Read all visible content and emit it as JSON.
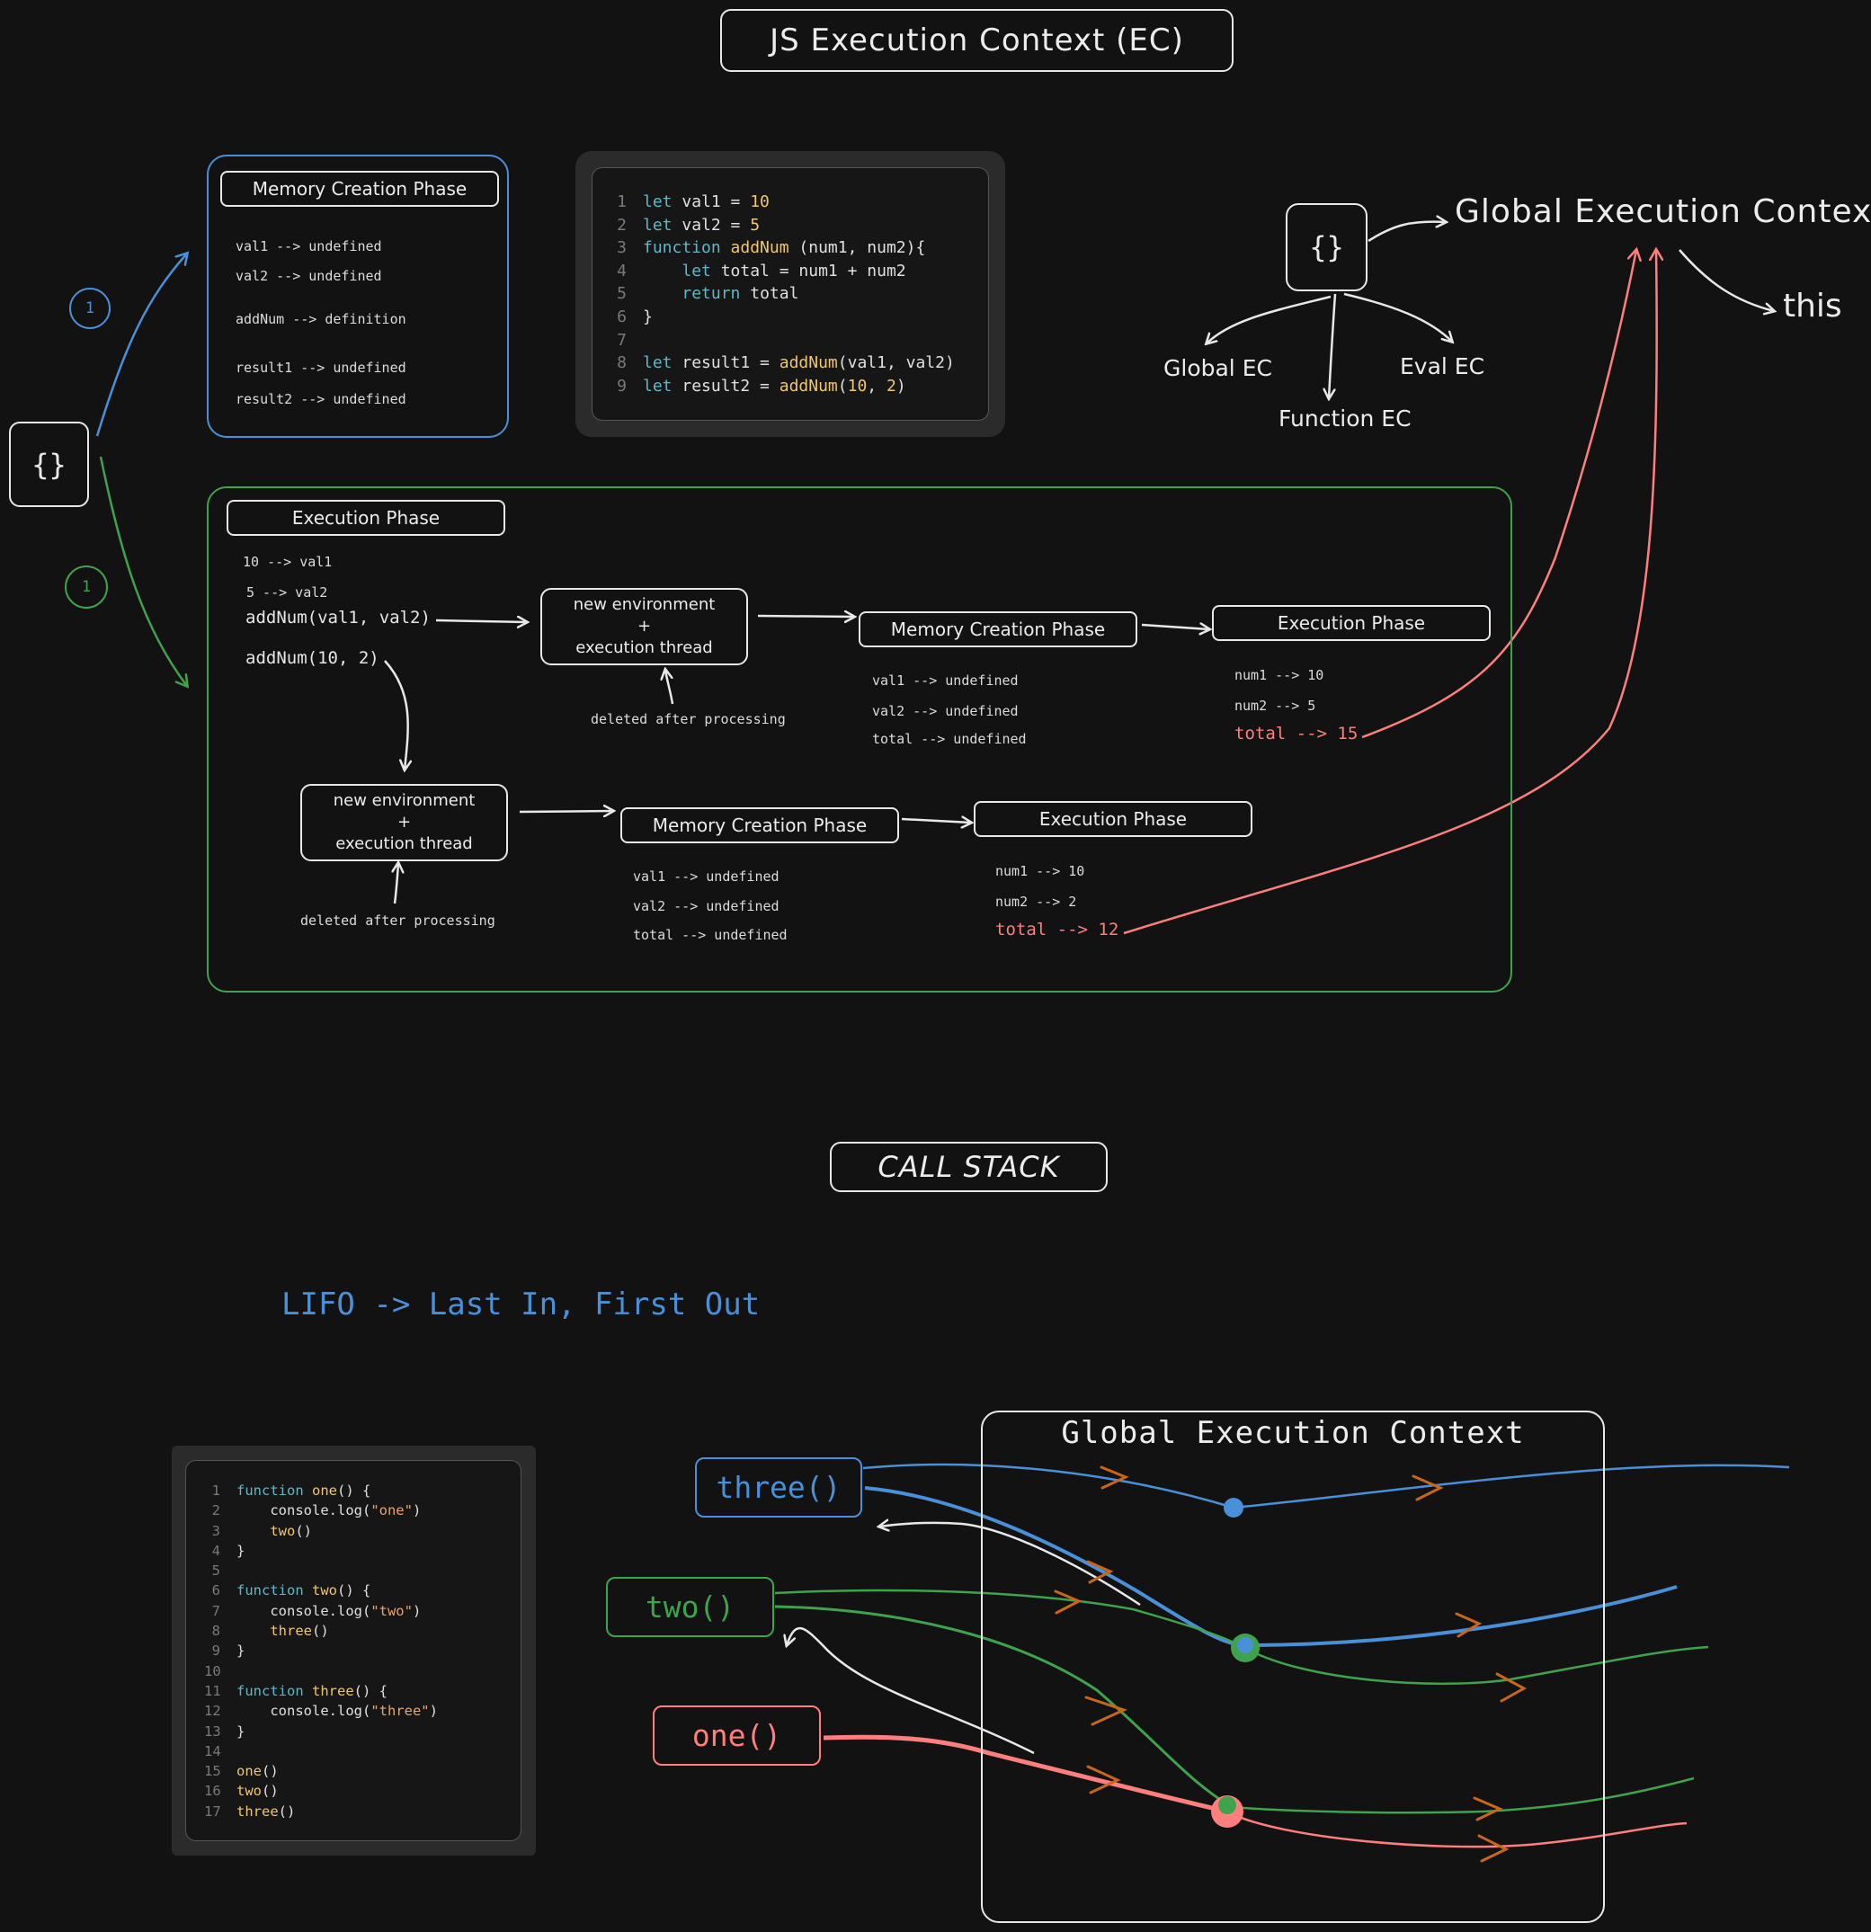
{
  "title": "JS Execution Context (EC)",
  "braces": "{}",
  "memory_phase": {
    "title": "Memory Creation Phase",
    "lines": [
      "val1 --> undefined",
      "val2 --> undefined",
      "addNum --> definition",
      "result1 --> undefined",
      "result2 --> undefined"
    ]
  },
  "step_badge": "1",
  "code1": {
    "numbers": [
      "1",
      "2",
      "3",
      "4",
      "5",
      "6",
      "7",
      "8",
      "9"
    ],
    "lines": [
      [
        [
          "kw",
          "let"
        ],
        [
          "plain",
          " val1 = "
        ],
        [
          "num",
          "10"
        ]
      ],
      [
        [
          "kw",
          "let"
        ],
        [
          "plain",
          " val2 = "
        ],
        [
          "num",
          "5"
        ]
      ],
      [
        [
          "kw",
          "function"
        ],
        [
          "plain",
          " "
        ],
        [
          "fn",
          "addNum"
        ],
        [
          "plain",
          " (num1, num2){"
        ]
      ],
      [
        [
          "plain",
          "    "
        ],
        [
          "kw",
          "let"
        ],
        [
          "plain",
          " total = num1 + num2"
        ]
      ],
      [
        [
          "plain",
          "    "
        ],
        [
          "kw",
          "return"
        ],
        [
          "plain",
          " total"
        ]
      ],
      [
        [
          "plain",
          "}"
        ]
      ],
      [
        [
          "plain",
          ""
        ]
      ],
      [
        [
          "kw",
          "let"
        ],
        [
          "plain",
          " result1 = "
        ],
        [
          "fn",
          "addNum"
        ],
        [
          "plain",
          "(val1, val2)"
        ]
      ],
      [
        [
          "kw",
          "let"
        ],
        [
          "plain",
          " result2 = "
        ],
        [
          "fn",
          "addNum"
        ],
        [
          "plain",
          "("
        ],
        [
          "num",
          "10"
        ],
        [
          "plain",
          ", "
        ],
        [
          "num",
          "2"
        ],
        [
          "plain",
          ")"
        ]
      ]
    ]
  },
  "gec_diagram": {
    "braces": "{}",
    "main": "Global Execution Context",
    "this": "this",
    "children": [
      "Global EC",
      "Function EC",
      "Eval EC"
    ]
  },
  "exec_phase": {
    "title": "Execution Phase",
    "lines": [
      "10 --> val1",
      "5 --> val2"
    ],
    "call1": "addNum(val1, val2)",
    "call2": "addNum(10, 2)"
  },
  "env": {
    "line1": "new environment",
    "plus": "+",
    "line2": "execution thread",
    "note": "deleted after processing"
  },
  "call1_memory": {
    "title": "Memory Creation Phase",
    "lines": [
      "val1 --> undefined",
      "val2 --> undefined",
      "total --> undefined"
    ]
  },
  "call1_exec": {
    "title": "Execution Phase",
    "lines": [
      "num1 --> 10",
      "num2 --> 5"
    ],
    "result": "total --> 15"
  },
  "call2_memory": {
    "title": "Memory Creation Phase",
    "lines": [
      "val1 --> undefined",
      "val2 --> undefined",
      "total --> undefined"
    ]
  },
  "call2_exec": {
    "title": "Execution Phase",
    "lines": [
      "num1 --> 10",
      "num2 --> 2"
    ],
    "result": "total --> 12"
  },
  "call_stack": {
    "title": "CALL STACK",
    "lifo": "LIFO -> Last In, First Out",
    "gec_label": "Global Execution Context",
    "fn_three": "three()",
    "fn_two": "two()",
    "fn_one": "one()"
  },
  "code2": {
    "numbers": [
      "1",
      "2",
      "3",
      "4",
      "5",
      "6",
      "7",
      "8",
      "9",
      "10",
      "11",
      "12",
      "13",
      "14",
      "15",
      "16",
      "17"
    ],
    "lines": [
      [
        [
          "kw",
          "function"
        ],
        [
          "plain",
          " "
        ],
        [
          "fn",
          "one"
        ],
        [
          "plain",
          "() {"
        ]
      ],
      [
        [
          "plain",
          "    console.log("
        ],
        [
          "str",
          "\"one\""
        ],
        [
          "plain",
          ")"
        ]
      ],
      [
        [
          "plain",
          "    "
        ],
        [
          "fn",
          "two"
        ],
        [
          "plain",
          "()"
        ]
      ],
      [
        [
          "plain",
          "}"
        ]
      ],
      [
        [
          "plain",
          ""
        ]
      ],
      [
        [
          "kw",
          "function"
        ],
        [
          "plain",
          " "
        ],
        [
          "fn",
          "two"
        ],
        [
          "plain",
          "() {"
        ]
      ],
      [
        [
          "plain",
          "    console.log("
        ],
        [
          "str",
          "\"two\""
        ],
        [
          "plain",
          ")"
        ]
      ],
      [
        [
          "plain",
          "    "
        ],
        [
          "fn",
          "three"
        ],
        [
          "plain",
          "()"
        ]
      ],
      [
        [
          "plain",
          "}"
        ]
      ],
      [
        [
          "plain",
          ""
        ]
      ],
      [
        [
          "kw",
          "function"
        ],
        [
          "plain",
          " "
        ],
        [
          "fn",
          "three"
        ],
        [
          "plain",
          "() {"
        ]
      ],
      [
        [
          "plain",
          "    console.log("
        ],
        [
          "str",
          "\"three\""
        ],
        [
          "plain",
          ")"
        ]
      ],
      [
        [
          "plain",
          "}"
        ]
      ],
      [
        [
          "plain",
          ""
        ]
      ],
      [
        [
          "fn",
          "one"
        ],
        [
          "plain",
          "()"
        ]
      ],
      [
        [
          "fn",
          "two"
        ],
        [
          "plain",
          "()"
        ]
      ],
      [
        [
          "fn",
          "three"
        ],
        [
          "plain",
          "()"
        ]
      ]
    ]
  },
  "colors": {
    "blue": "#4a90d9",
    "green": "#3fa34d",
    "red": "#ff7f7f",
    "orange": "#c8661a",
    "white": "#e8e8e8"
  }
}
